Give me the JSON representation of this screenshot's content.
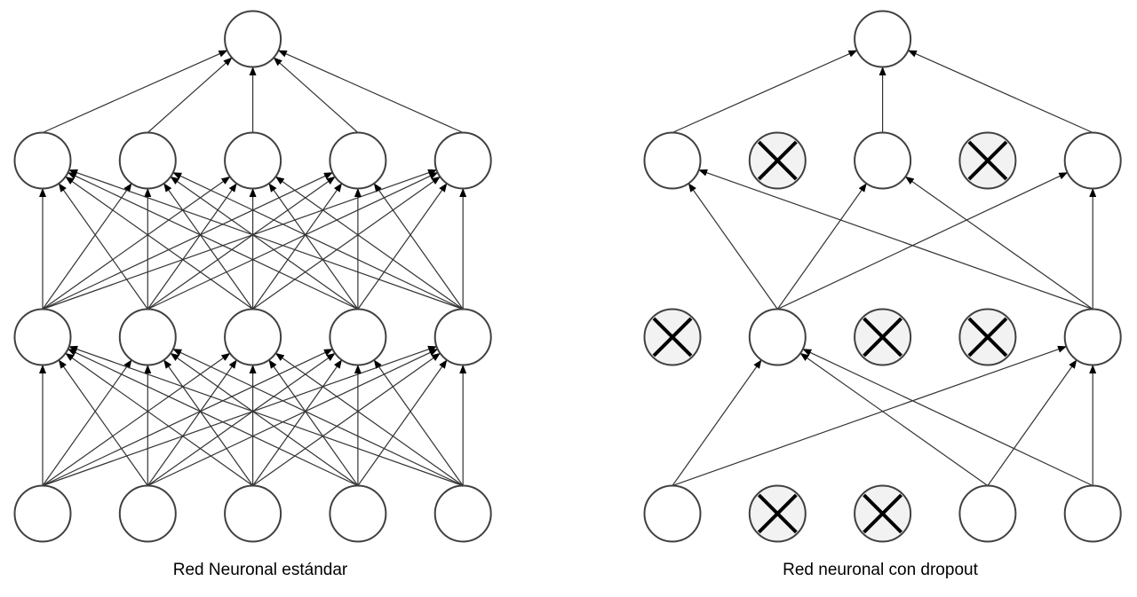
{
  "colors": {
    "node_stroke": "#404040",
    "node_fill": "#ffffff",
    "dropped_fill": "#f2f2f2",
    "cross": "#000000",
    "edge": "#333333",
    "arrow": "#000000"
  },
  "networks": [
    {
      "id": "standard",
      "caption": "Red Neuronal estándar",
      "layers": [
        {
          "name": "input",
          "dropped": [
            false,
            false,
            false,
            false,
            false
          ]
        },
        {
          "name": "hidden1",
          "dropped": [
            false,
            false,
            false,
            false,
            false
          ]
        },
        {
          "name": "hidden2",
          "dropped": [
            false,
            false,
            false,
            false,
            false
          ]
        },
        {
          "name": "output",
          "dropped": [
            false
          ]
        }
      ],
      "fully_connected": true
    },
    {
      "id": "dropout",
      "caption": "Red neuronal con dropout",
      "layers": [
        {
          "name": "input",
          "dropped": [
            false,
            true,
            true,
            false,
            false
          ]
        },
        {
          "name": "hidden1",
          "dropped": [
            true,
            false,
            true,
            true,
            false
          ]
        },
        {
          "name": "hidden2",
          "dropped": [
            false,
            true,
            false,
            true,
            false
          ]
        },
        {
          "name": "output",
          "dropped": [
            false
          ]
        }
      ],
      "fully_connected": false
    }
  ]
}
